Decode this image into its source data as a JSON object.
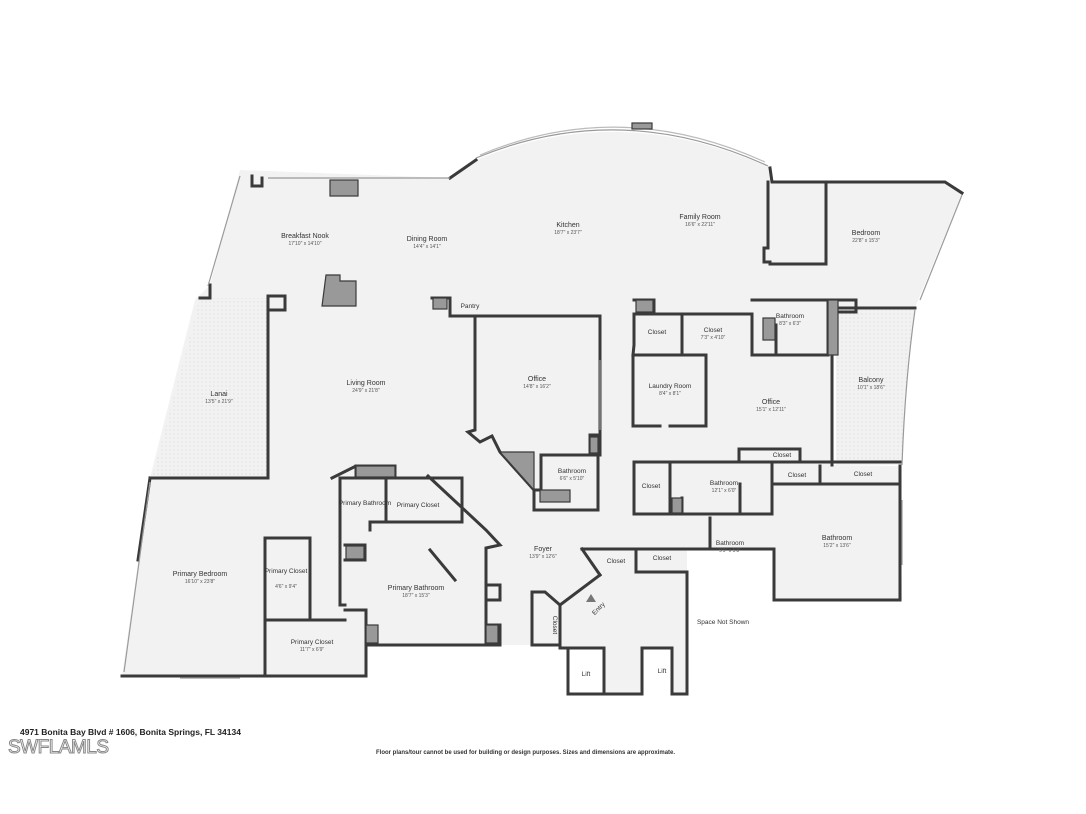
{
  "address": "4971 Bonita Bay Blvd # 1606, Bonita Springs, FL 34134",
  "disclaimer": "Floor plans/tour cannot be used for building or design purposes. Sizes and dimensions are approximate.",
  "watermark": "SWFLAMLS",
  "rooms": [
    {
      "id": "breakfast-nook",
      "name": "Breakfast Nook",
      "dim": "17'10\" x 14'10\""
    },
    {
      "id": "dining-room",
      "name": "Dining Room",
      "dim": "14'4\" x 14'1\""
    },
    {
      "id": "kitchen",
      "name": "Kitchen",
      "dim": "18'7\" x 23'7\""
    },
    {
      "id": "family-room",
      "name": "Family Room",
      "dim": "16'6\" x 22'11\""
    },
    {
      "id": "bedroom",
      "name": "Bedroom",
      "dim": "22'8\" x 15'3\""
    },
    {
      "id": "lanai",
      "name": "Lanai",
      "dim": "13'5\" x 21'9\""
    },
    {
      "id": "living-room",
      "name": "Living Room",
      "dim": "24'9\" x 21'8\""
    },
    {
      "id": "pantry",
      "name": "Pantry",
      "dim": ""
    },
    {
      "id": "office-1",
      "name": "Office",
      "dim": "14'8\" x 16'2\""
    },
    {
      "id": "closet-1",
      "name": "Closet",
      "dim": ""
    },
    {
      "id": "closet-2",
      "name": "Closet",
      "dim": "7'3\" x 4'10\""
    },
    {
      "id": "bathroom-1",
      "name": "Bathroom",
      "dim": "8'3\" x 6'3\""
    },
    {
      "id": "balcony",
      "name": "Balcony",
      "dim": "10'1\" x 18'6\""
    },
    {
      "id": "laundry-room",
      "name": "Laundry Room",
      "dim": "8'4\" x 8'1\""
    },
    {
      "id": "office-2",
      "name": "Office",
      "dim": "15'1\" x 12'11\""
    },
    {
      "id": "bathroom-2",
      "name": "Bathroom",
      "dim": "6'6\" x 5'10\""
    },
    {
      "id": "closet-3",
      "name": "Closet",
      "dim": ""
    },
    {
      "id": "bathroom-3",
      "name": "Bathroom",
      "dim": "12'1\" x 6'0\""
    },
    {
      "id": "closet-4",
      "name": "Closet",
      "dim": ""
    },
    {
      "id": "closet-5",
      "name": "Closet",
      "dim": ""
    },
    {
      "id": "closet-6",
      "name": "Closet",
      "dim": ""
    },
    {
      "id": "primary-bathroom-small",
      "name": "Primary Bathroom",
      "dim": ""
    },
    {
      "id": "primary-closet-1",
      "name": "Primary Closet",
      "dim": ""
    },
    {
      "id": "foyer",
      "name": "Foyer",
      "dim": "13'9\" x 12'6\""
    },
    {
      "id": "bathroom-4",
      "name": "Bathroom",
      "dim": "15'2\" x 13'6\""
    },
    {
      "id": "primary-bedroom",
      "name": "Primary Bedroom",
      "dim": "16'10\" x 23'8\""
    },
    {
      "id": "primary-closet-2",
      "name": "Primary Closet",
      "dim": "4'6\" x 9'4\""
    },
    {
      "id": "primary-bathroom",
      "name": "Primary Bathroom",
      "dim": "18'7\" x 15'3\""
    },
    {
      "id": "closet-7",
      "name": "Closet",
      "dim": ""
    },
    {
      "id": "closet-8",
      "name": "Closet",
      "dim": ""
    },
    {
      "id": "bathroom-5",
      "name": "Bathroom",
      "dim": "9'9\" x 5'8\""
    },
    {
      "id": "entry",
      "name": "Entry",
      "dim": ""
    },
    {
      "id": "space-not-shown",
      "name": "Space Not Shown",
      "dim": ""
    },
    {
      "id": "closet-9",
      "name": "Closet",
      "dim": ""
    },
    {
      "id": "primary-closet-3",
      "name": "Primary Closet",
      "dim": "11'7\" x 6'9\""
    },
    {
      "id": "lift-1",
      "name": "Lift",
      "dim": ""
    },
    {
      "id": "lift-2",
      "name": "Lift",
      "dim": ""
    }
  ]
}
